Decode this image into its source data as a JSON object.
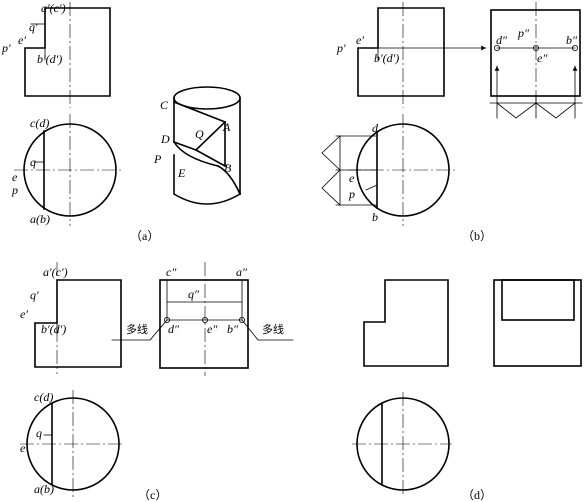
{
  "captions": {
    "a": "（a）",
    "b": "（b）",
    "c": "（c）",
    "d": "（d）"
  },
  "a": {
    "front": {
      "a_c": "a′(c′)",
      "q": "q′",
      "e": "e′",
      "p": "p′",
      "b_d": "b′(d′)"
    },
    "top": {
      "c_d": "c(d)",
      "q": "q",
      "e": "e",
      "p": "p",
      "a_b": "a(b)"
    },
    "solid": {
      "C": "C",
      "A": "A",
      "Q": "Q",
      "D": "D",
      "P": "P",
      "E": "E",
      "B": "B"
    }
  },
  "b": {
    "front": {
      "p": "p′",
      "e": "e′",
      "b_d": "b′(d′)"
    },
    "side": {
      "d": "d″",
      "p": "p″",
      "e": "e″",
      "b": "b″"
    },
    "top": {
      "d": "d",
      "e": "e",
      "p": "p",
      "b": "b"
    }
  },
  "c": {
    "front": {
      "a_c": "a′(c′)",
      "q": "q′",
      "e": "e′",
      "b_d": "b′(d′)"
    },
    "side": {
      "c": "c″",
      "a": "a″",
      "q": "q″",
      "d": "d″",
      "e": "e″",
      "b": "b″",
      "extra_left": "多线",
      "extra_right": "多线"
    },
    "top": {
      "c_d": "c(d)",
      "q": "q",
      "e": "e",
      "a_b": "a(b)"
    }
  }
}
